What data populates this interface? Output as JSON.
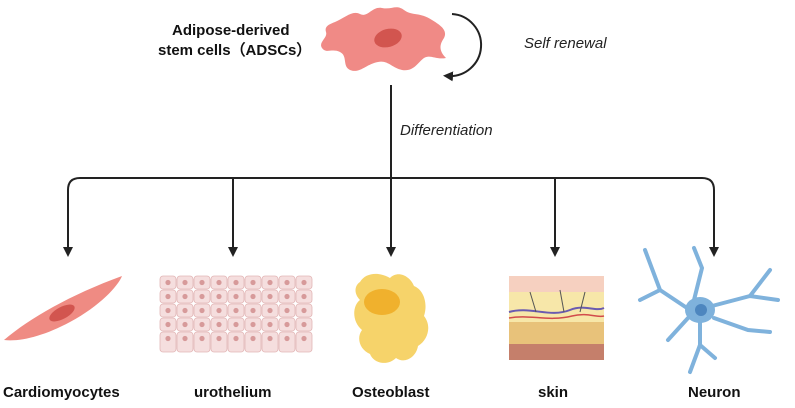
{
  "stem_cell": {
    "title_line1": "Adipose-derived",
    "title_line2": "stem cells（ADSCs）"
  },
  "self_renewal_label": "Self renewal",
  "differentiation_label": "Differentiation",
  "targets": [
    {
      "label": "Cardiomyocytes",
      "icon": "cardiomyocyte-icon"
    },
    {
      "label": "urothelium",
      "icon": "urothelium-icon"
    },
    {
      "label": "Osteoblast",
      "icon": "osteoblast-icon"
    },
    {
      "label": "skin",
      "icon": "skin-icon"
    },
    {
      "label": "Neuron",
      "icon": "neuron-icon"
    }
  ],
  "colors": {
    "stem_cell_body": "#f08a86",
    "stem_cell_nucleus": "#d2554f",
    "cardiomyocyte": "#ef8b83",
    "osteoblast": "#f6d36a",
    "osteoblast_nucleus": "#f0b12d",
    "neuron": "#7fb2dc",
    "skin_epidermis": "#f6d0c0",
    "skin_dermis": "#f7e7a9",
    "skin_hypodermis": "#c57f6b",
    "urothelium_cells": "#f5dede",
    "connector": "#222222"
  }
}
